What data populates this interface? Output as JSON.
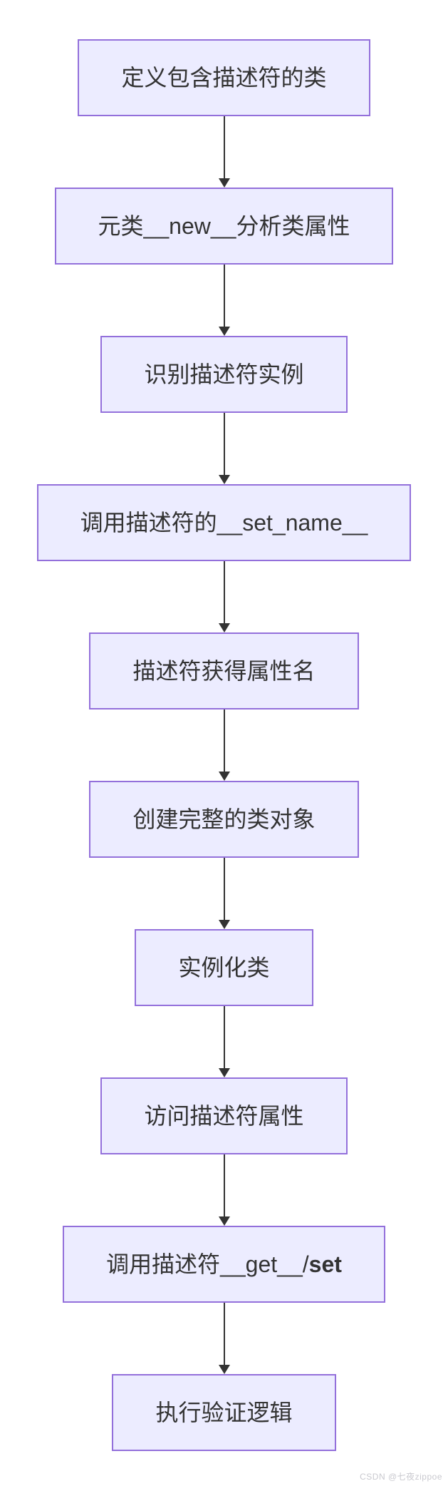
{
  "diagram": {
    "type": "flowchart-vertical",
    "nodes": [
      {
        "label": "定义包含描述符的类"
      },
      {
        "label": "元类__new__分析类属性"
      },
      {
        "label": "识别描述符实例"
      },
      {
        "label": "调用描述符的__set_name__"
      },
      {
        "label": "描述符获得属性名"
      },
      {
        "label": "创建完整的类对象"
      },
      {
        "label": "实例化类"
      },
      {
        "label": "访问描述符属性"
      },
      {
        "label_prefix": "调用描述符__get__/",
        "label_bold": "set"
      },
      {
        "label": "执行验证逻辑"
      }
    ],
    "colors": {
      "node_fill": "#ECECFF",
      "node_border": "#9370DB",
      "arrow": "#333333",
      "text": "#333333"
    }
  },
  "watermark": {
    "text": "CSDN @七夜zippoe",
    "color": "#c9c9cf"
  }
}
